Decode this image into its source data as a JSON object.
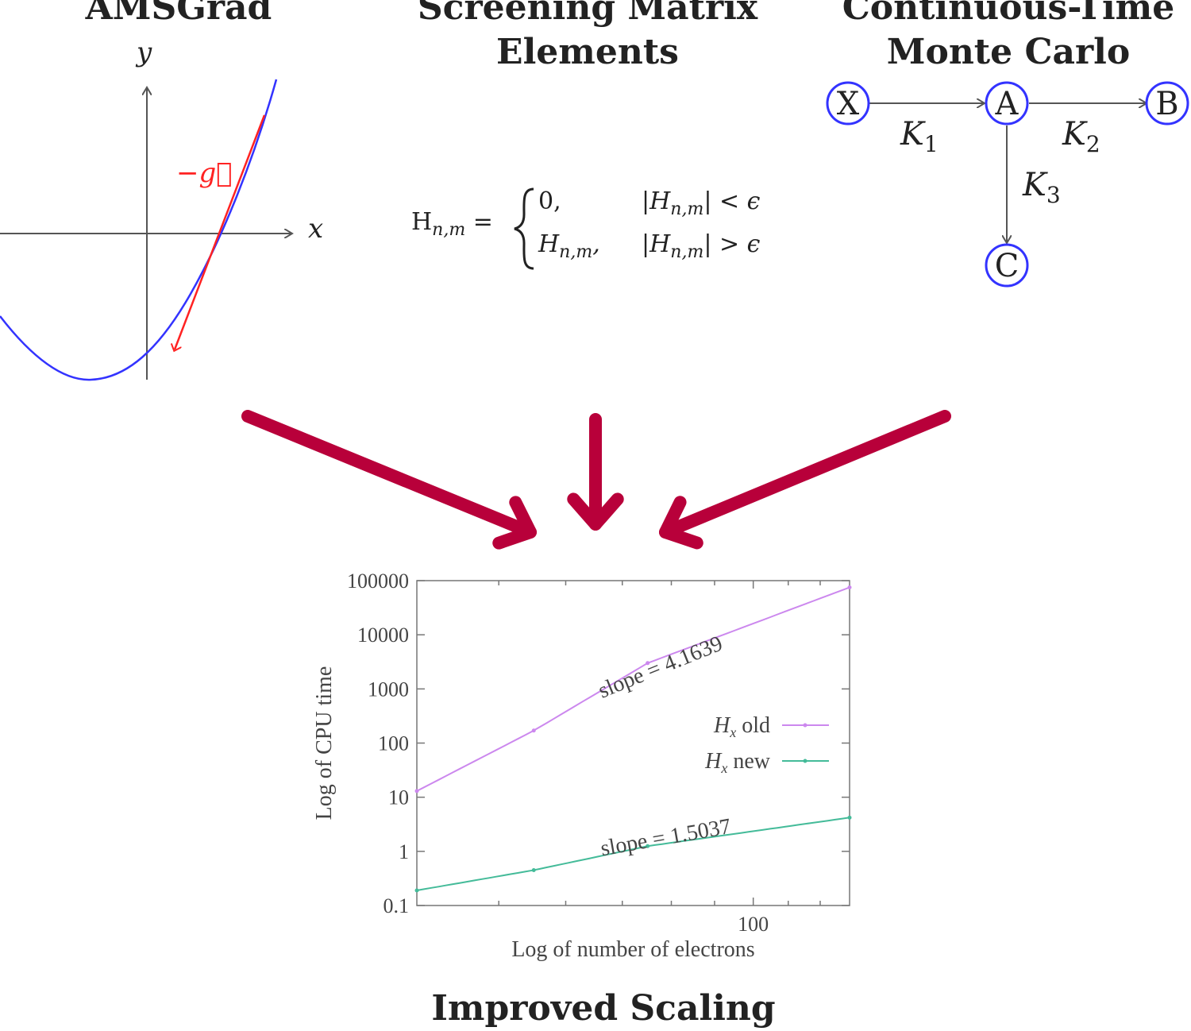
{
  "titles": {
    "amsgrad": "AMSGrad",
    "screening_line1": "Screening Matrix",
    "screening_line2": "Elements",
    "ctmc_line1": "Continuous-Time",
    "ctmc_line2": "Monte Carlo",
    "improved": "Improved Scaling"
  },
  "amsgrad_panel": {
    "x_axis_label": "x",
    "y_axis_label": "y",
    "gradient_label": "−g⃗",
    "curve_color": "#3333ff",
    "gradient_color": "#ff2222"
  },
  "screening_panel": {
    "lhs": "H",
    "lhs_sub": "n,m",
    "equals": "=",
    "case1_value": "0,",
    "case1_condition": "|H",
    "case1_condition_sub": "n,m",
    "case1_condition_rest": "| < ϵ",
    "case2_value": "H",
    "case2_value_sub": "n,m",
    "case2_value_rest": ",",
    "case2_condition": "|H",
    "case2_condition_sub": "n,m",
    "case2_condition_rest": "| > ϵ"
  },
  "ctmc_panel": {
    "nodes": [
      "X",
      "A",
      "B",
      "C"
    ],
    "edges": [
      {
        "from": "X",
        "to": "A",
        "label": "K",
        "sub": "1"
      },
      {
        "from": "A",
        "to": "B",
        "label": "K",
        "sub": "2"
      },
      {
        "from": "A",
        "to": "C",
        "label": "K",
        "sub": "3"
      }
    ],
    "node_color": "#3333ff"
  },
  "arrows_color": "#b8003a",
  "chart_data": {
    "type": "line",
    "xlabel": "Log of number of electrons",
    "ylabel": "Log of CPU time",
    "x_scale": "log",
    "y_scale": "log",
    "xlim": [
      40,
      130
    ],
    "ylim": [
      0.1,
      100000
    ],
    "x_ticks": [
      100
    ],
    "x_tick_labels": [
      "100"
    ],
    "y_ticks": [
      0.1,
      1,
      10,
      100,
      1000,
      10000,
      100000
    ],
    "y_tick_labels": [
      "0.1",
      "1",
      "10",
      "100",
      "1000",
      "10000",
      "100000"
    ],
    "legend_position": "right-middle",
    "series": [
      {
        "name": "H_x old",
        "legend_main": "H",
        "legend_sub": "x",
        "legend_rest": " old",
        "color": "#cc88ee",
        "x": [
          40,
          55,
          75,
          130
        ],
        "y": [
          13,
          170,
          3000,
          75000
        ]
      },
      {
        "name": "H_x new",
        "legend_main": "H",
        "legend_sub": "x",
        "legend_rest": " new",
        "color": "#44bb99",
        "x": [
          40,
          55,
          75,
          130
        ],
        "y": [
          0.19,
          0.45,
          1.25,
          4.2
        ]
      }
    ],
    "annotations": [
      "slope = 4.1639",
      "slope = 1.5037"
    ]
  }
}
